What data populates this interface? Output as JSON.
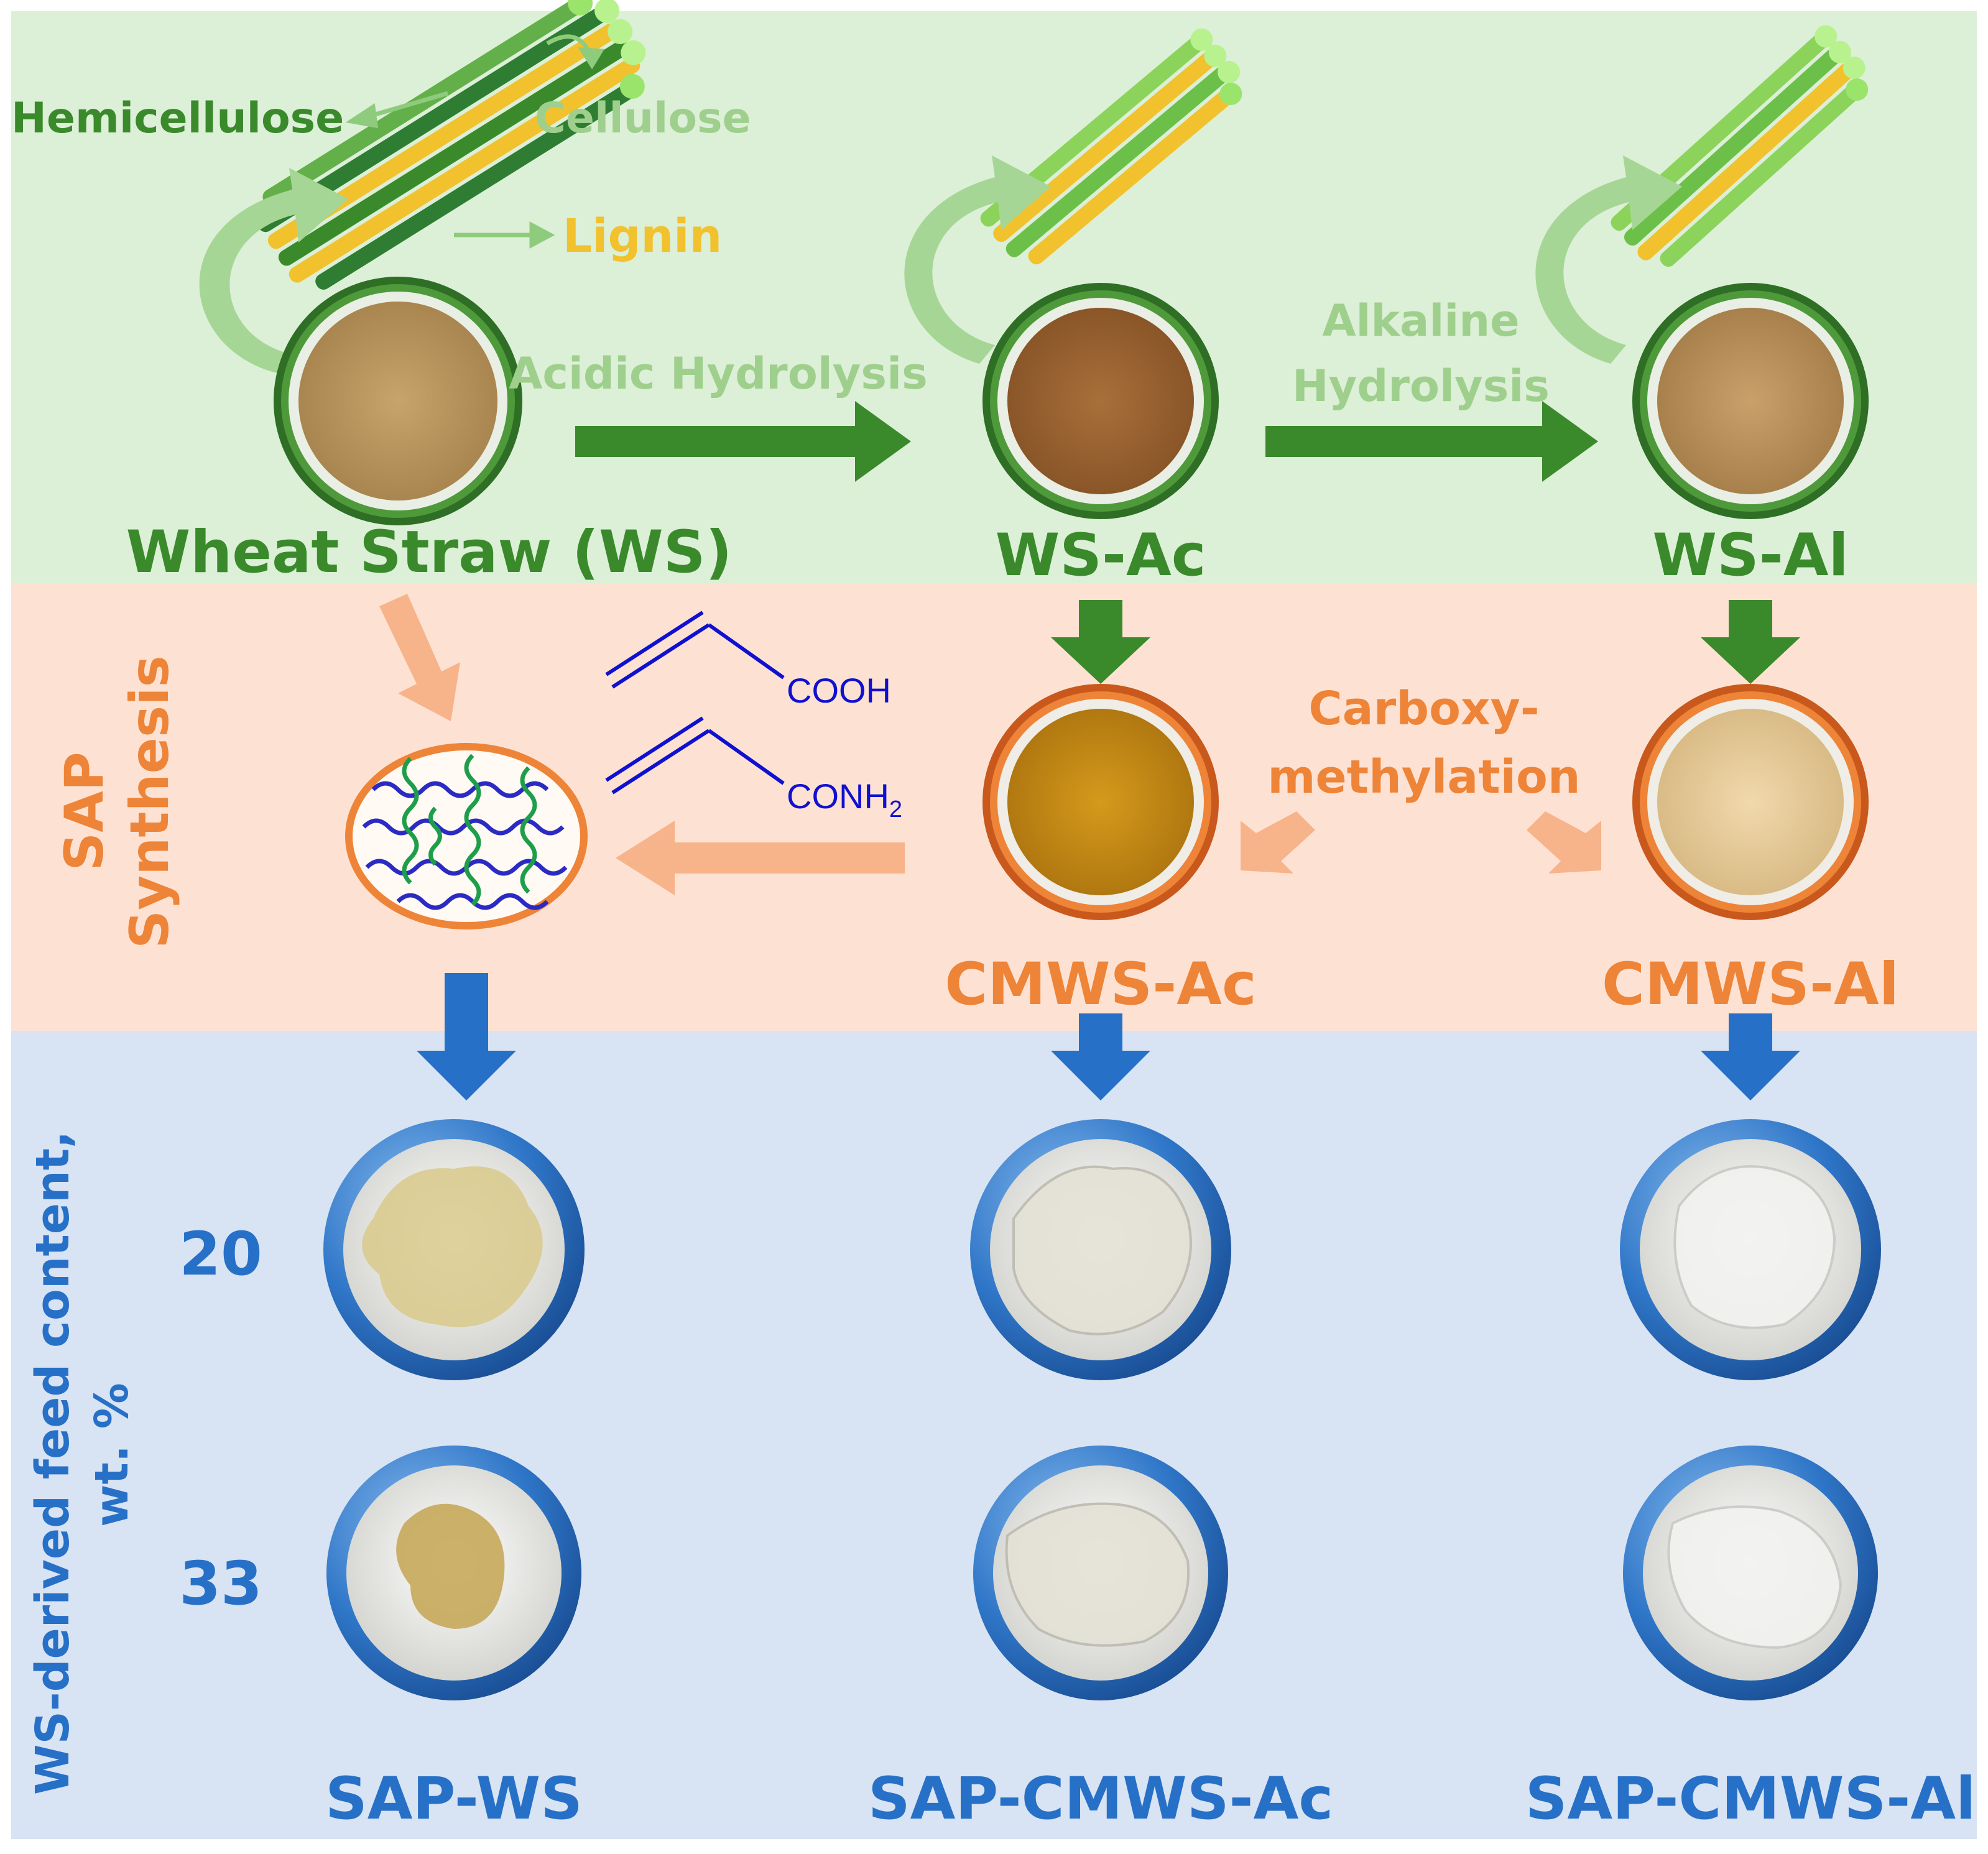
{
  "colors": {
    "band_top": "#dcefd7",
    "band_mid": "#fde2d3",
    "band_bottom": "#d8e3f3",
    "dark_green": "#3a8a2c",
    "light_green": "#9fcf8c",
    "orange": "#ee8438",
    "light_orange": "#f7b38a",
    "blue": "#2770c7",
    "chem_blue": "#1010d0",
    "lignin_yellow": "#f2c12e"
  },
  "fiber_labels": {
    "hemicellulose": "Hemicellulose",
    "cellulose": "Cellulose",
    "lignin": "Lignin"
  },
  "steps": {
    "acidic": "Acidic Hydrolysis",
    "alkaline_line1": "Alkaline",
    "alkaline_line2": "Hydrolysis",
    "carboxy_line1": "Carboxy-",
    "carboxy_line2": "methylation"
  },
  "materials": {
    "ws": "Wheat Straw (WS)",
    "ws_ac": "WS-Ac",
    "ws_al": "WS-Al",
    "cmws_ac": "CMWS-Ac",
    "cmws_al": "CMWS-Al"
  },
  "side_labels": {
    "sap_line1": "SAP",
    "sap_line2": "Synthesis",
    "feed_line1": "WS-derived feed content,",
    "feed_line2": "wt. %"
  },
  "monomers": {
    "acrylic_acid": "COOH",
    "acrylamide_prefix": "CONH",
    "acrylamide_sub": "2"
  },
  "feed_contents": [
    "20",
    "33"
  ],
  "products": [
    "SAP-WS",
    "SAP-CMWS-Ac",
    "SAP-CMWS-Al"
  ]
}
